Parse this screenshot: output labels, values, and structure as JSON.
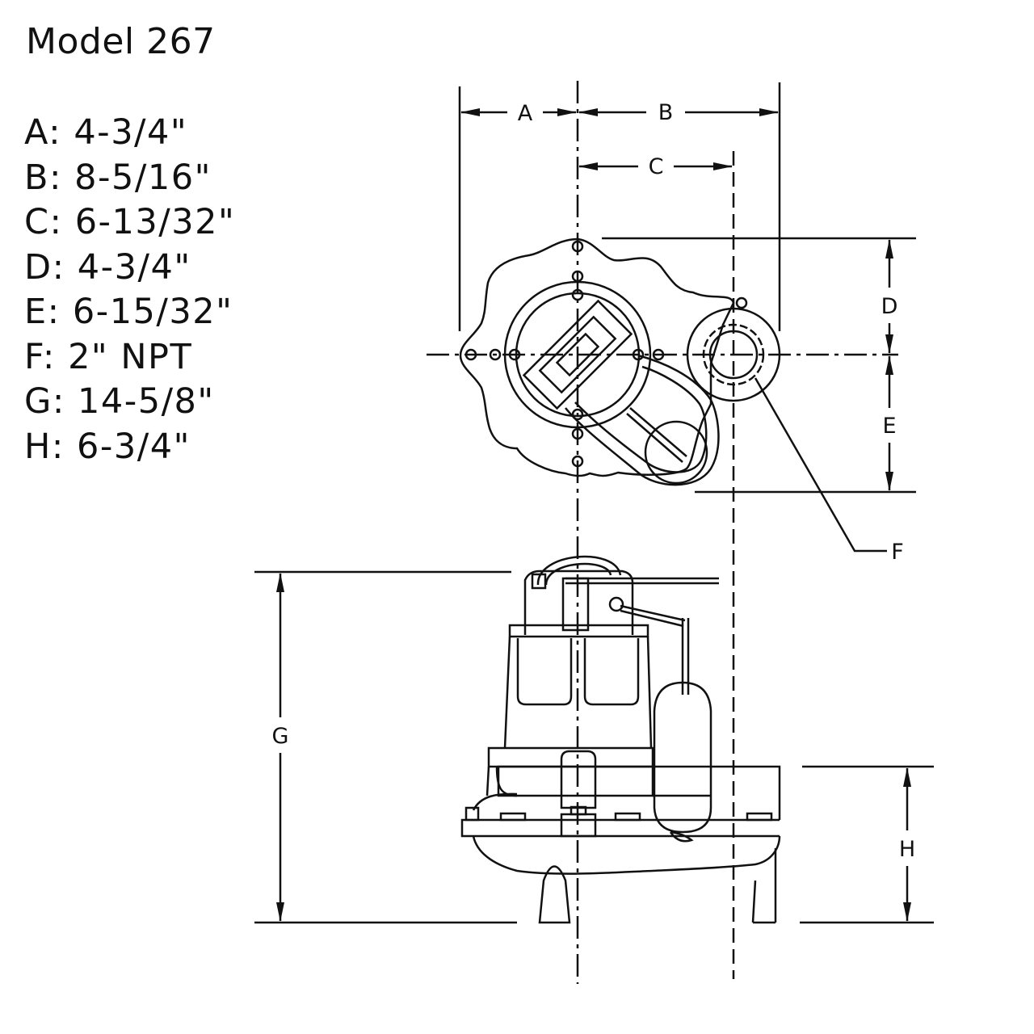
{
  "title": "Model 267",
  "dimensions": [
    {
      "letter": "A",
      "value": "4-3/4\""
    },
    {
      "letter": "B",
      "value": "8-5/16\""
    },
    {
      "letter": "C",
      "value": "6-13/32\""
    },
    {
      "letter": "D",
      "value": "4-3/4\""
    },
    {
      "letter": "E",
      "value": "6-15/32\""
    },
    {
      "letter": "F",
      "value": "2\" NPT"
    },
    {
      "letter": "G",
      "value": "14-5/8\""
    },
    {
      "letter": "H",
      "value": "6-3/4\""
    }
  ],
  "callouts": {
    "a": "A",
    "b": "B",
    "c": "C",
    "d": "D",
    "e": "E",
    "f": "F",
    "g": "G",
    "h": "H"
  }
}
